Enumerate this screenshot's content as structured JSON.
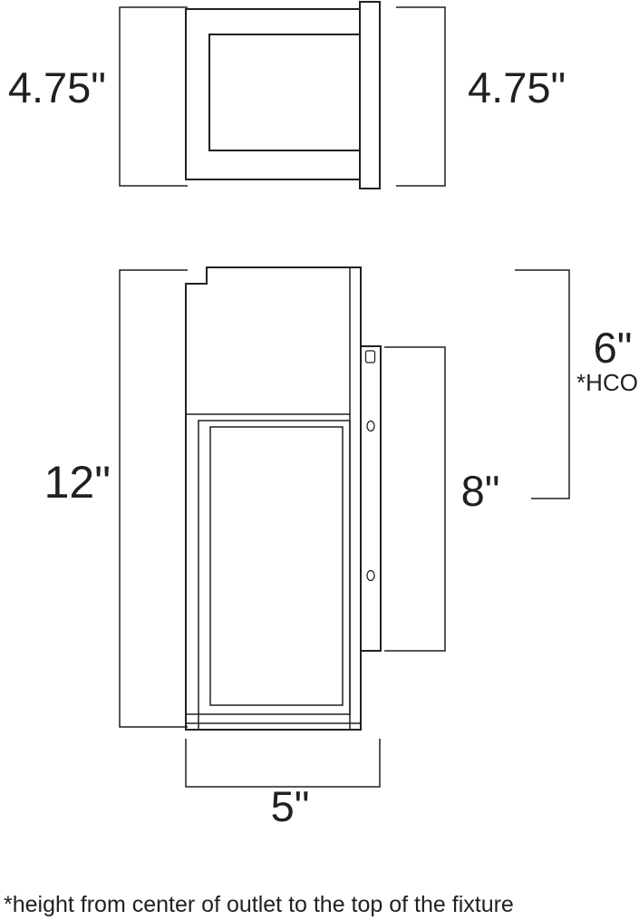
{
  "diagram": {
    "ink_color": "#231f20",
    "background_color": "#ffffff",
    "top_view": {
      "left_label": "4.75\"",
      "right_label": "4.75\""
    },
    "front_view": {
      "height_label": "12\"",
      "hco_label": "6\"",
      "hco_note": "*HCO",
      "backplate_label": "8\"",
      "width_label": "5\""
    },
    "footnote": "*height from center of outlet to the top of the fixture"
  }
}
